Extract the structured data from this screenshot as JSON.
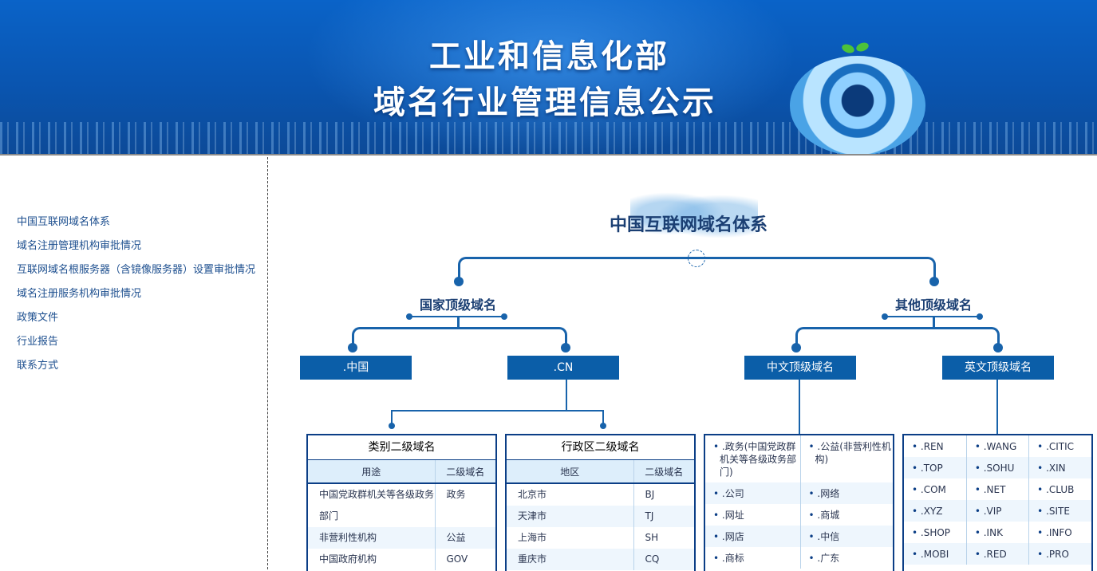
{
  "header": {
    "title_line1": "工业和信息化部",
    "title_line2": "域名行业管理信息公示"
  },
  "sidebar": {
    "items": [
      "中国互联网域名体系",
      "域名注册管理机构审批情况",
      "互联网域名根服务器（含镜像服务器）设置审批情况",
      "域名注册服务机构审批情况",
      "政策文件",
      "行业报告",
      "联系方式"
    ]
  },
  "tree": {
    "root": "中国互联网域名体系",
    "national": "国家顶级域名",
    "other": "其他顶级域名",
    "nodes": [
      ".中国",
      ".CN",
      "中文顶级域名",
      "英文顶级域名"
    ]
  },
  "category_table": {
    "title": "类别二级域名",
    "headers": [
      "用途",
      "二级域名"
    ],
    "rows": [
      [
        "中国党政群机关等各级政务部门",
        "政务"
      ],
      [
        "非营利性机构",
        "公益"
      ],
      [
        "中国政府机构",
        "GOV"
      ]
    ]
  },
  "region_table": {
    "title": "行政区二级域名",
    "headers": [
      "地区",
      "二级域名"
    ],
    "rows": [
      [
        "北京市",
        "BJ"
      ],
      [
        "天津市",
        "TJ"
      ],
      [
        "上海市",
        "SH"
      ],
      [
        "重庆市",
        "CQ"
      ]
    ]
  },
  "chinese_tld": {
    "rows": [
      [
        ".政务(中国党政群机关等各级政务部门)",
        ".公益(非营利性机构)"
      ],
      [
        ".公司",
        ".网络"
      ],
      [
        ".网址",
        ".商城"
      ],
      [
        ".网店",
        ".中信"
      ],
      [
        ".商标",
        ".广东"
      ]
    ]
  },
  "english_tld": {
    "rows": [
      [
        ".REN",
        ".WANG",
        ".CITIC"
      ],
      [
        ".TOP",
        ".SOHU",
        ".XIN"
      ],
      [
        ".COM",
        ".NET",
        ".CLUB"
      ],
      [
        ".XYZ",
        ".VIP",
        ".SITE"
      ],
      [
        ".SHOP",
        ".INK",
        ".INFO"
      ],
      [
        ".MOBI",
        ".RED",
        ".PRO"
      ]
    ]
  }
}
